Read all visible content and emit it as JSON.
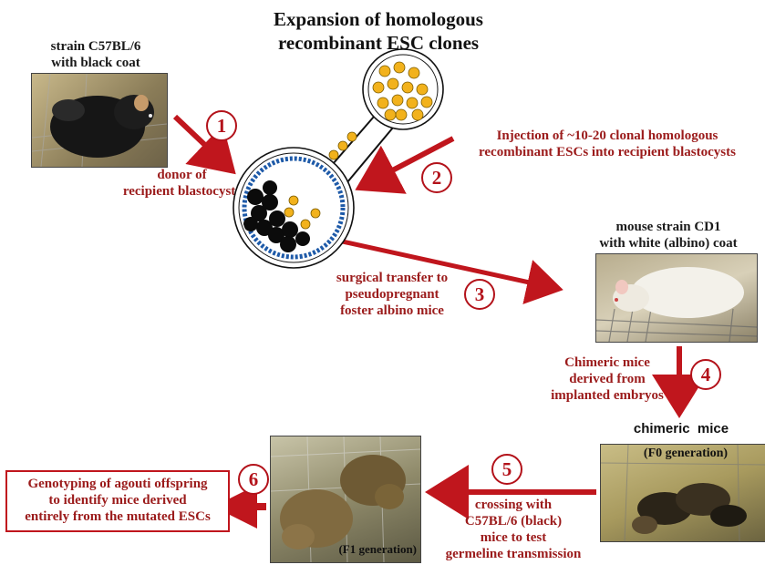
{
  "title": "Expansion of homologous recombinant ESC clones",
  "title_lines": [
    "Expansion of homologous",
    "recombinant ESC clones"
  ],
  "donor": {
    "strain_label_lines": [
      "strain C57BL/6",
      "with black coat"
    ],
    "role_lines": [
      "donor of",
      "recipient blastocysts"
    ]
  },
  "injection": {
    "label_lines": [
      "Injection of ~10-20 clonal homologous",
      "recombinant ESCs into recipient blastocysts"
    ]
  },
  "transfer": {
    "label_lines": [
      "surgical transfer to",
      "pseudopregnant",
      "foster albino mice"
    ]
  },
  "cd1": {
    "label_lines": [
      "mouse strain CD1",
      "with white (albino) coat"
    ]
  },
  "chimeric_derivation": {
    "label_lines": [
      "Chimeric mice",
      "derived from",
      "implanted embryos"
    ]
  },
  "chimeric": {
    "label": "chimeric  mice",
    "generation": "(F0 generation)"
  },
  "crossing": {
    "label_lines": [
      "crossing with",
      "C57BL/6 (black)",
      "mice to test",
      "germeline transmission"
    ]
  },
  "f1": {
    "generation": "(F1 generation)"
  },
  "genotyping": {
    "label_lines": [
      "Genotyping of agouti offspring",
      "to identify mice derived",
      "entirely from the mutated ESCs"
    ]
  },
  "steps": [
    "1",
    "2",
    "3",
    "4",
    "5",
    "6"
  ],
  "colors": {
    "arrow": "#c0161d",
    "label_red": "#9b1b1b",
    "cell_yellow": "#f2b21c",
    "blastocyst_blue": "#1e5aa8",
    "black_cells": "#0b0b0b"
  }
}
